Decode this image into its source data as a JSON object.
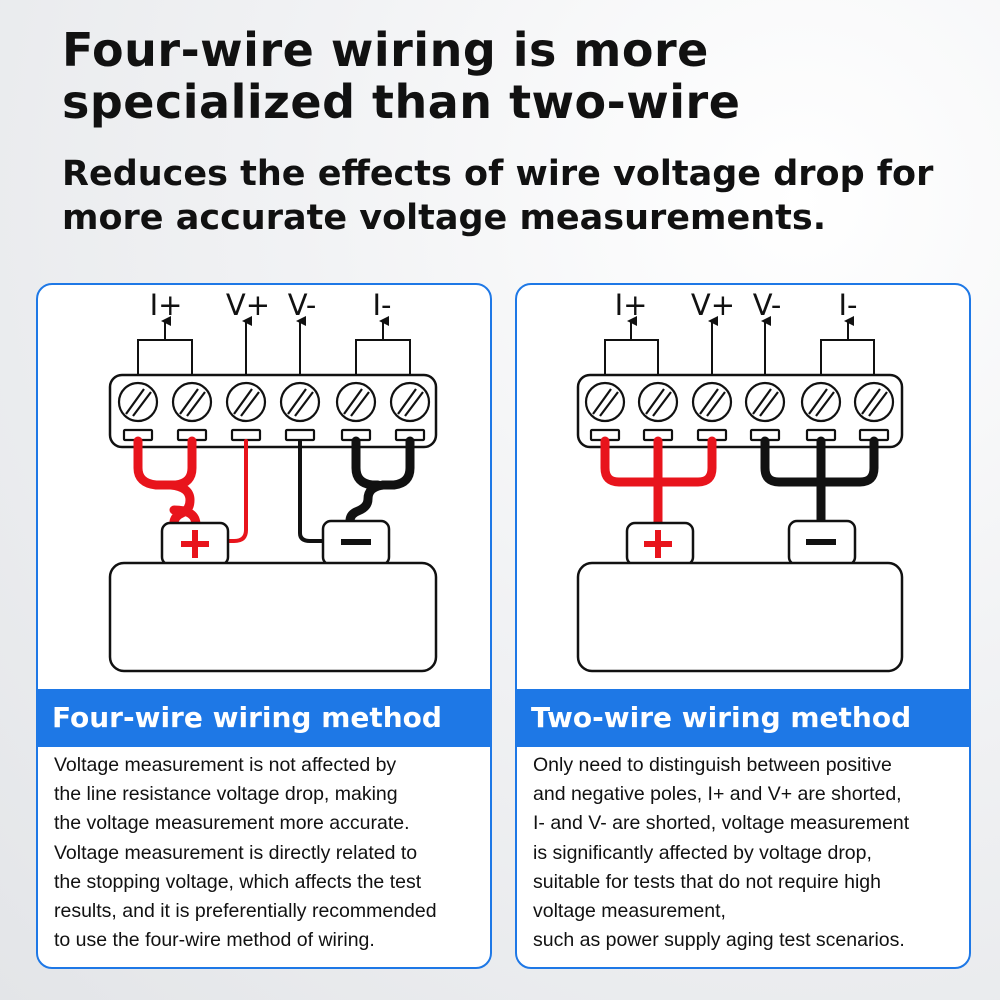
{
  "headline": "Four-wire wiring is more specialized than two-wire",
  "subheadline": "Reduces the effects of wire voltage drop for more accurate voltage measurements.",
  "colors": {
    "accent": "#1e78e6",
    "positive": "#e8141c",
    "negative": "#111111"
  },
  "icons": {
    "positive_terminal": "plus-sign",
    "negative_terminal": "minus-sign",
    "screw_terminal": "slotted-screw"
  },
  "panels": {
    "four_wire": {
      "terminal_labels": {
        "i_plus": "I+",
        "v_plus": "V+",
        "v_minus": "V-",
        "i_minus": "I-"
      },
      "method_title": "Four-wire wiring method",
      "description": [
        "Voltage measurement is not affected by",
        "the line resistance voltage drop, making",
        "the voltage measurement more accurate.",
        "Voltage measurement is directly related to",
        "the stopping voltage, which affects the test",
        "results, and it is preferentially recommended",
        "to use the four-wire method of wiring."
      ]
    },
    "two_wire": {
      "terminal_labels": {
        "i_plus": "I+",
        "v_plus": "V+",
        "v_minus": "V-",
        "i_minus": "I-"
      },
      "method_title": "Two-wire wiring method",
      "description": [
        "Only need to distinguish between positive",
        "and negative poles, I+ and V+ are shorted,",
        "I- and V- are shorted, voltage measurement",
        "is significantly affected by voltage drop,",
        "suitable for tests that do not require high",
        "voltage measurement,",
        "such as power supply aging test scenarios."
      ]
    }
  }
}
